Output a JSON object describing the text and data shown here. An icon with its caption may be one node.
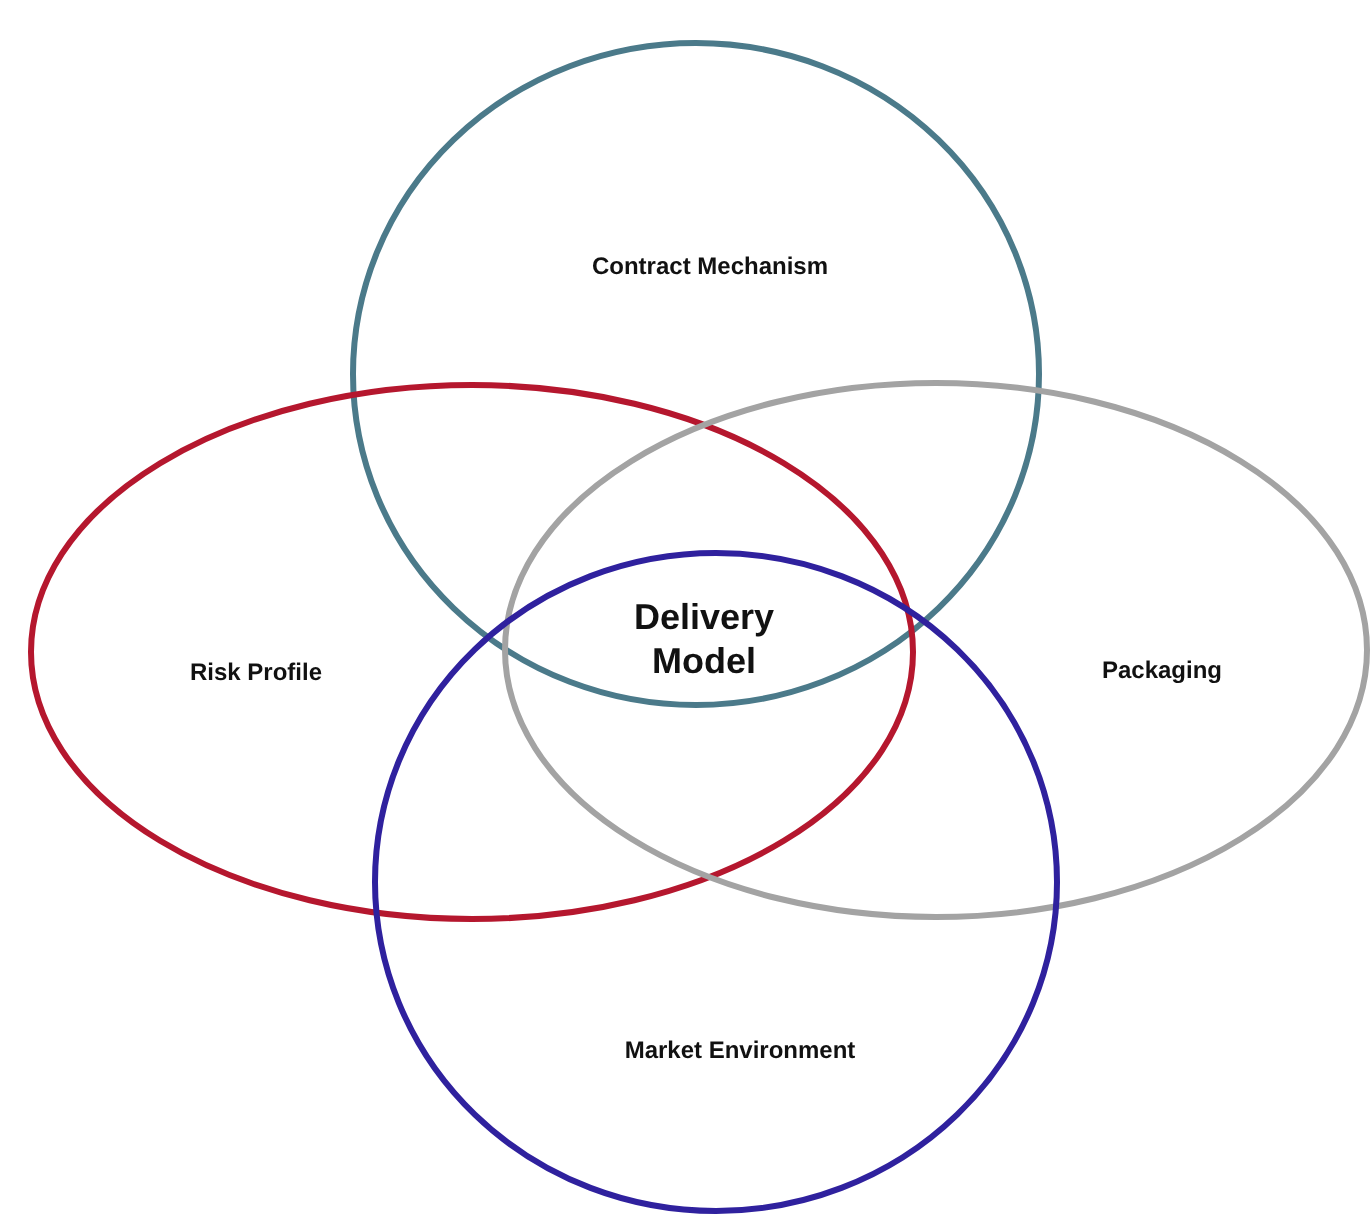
{
  "diagram": {
    "nodes": [
      {
        "text": [
          "Contract Mechanism"
        ]
      },
      {
        "text": [
          "Risk Profile"
        ]
      },
      {
        "text": [
          "Packaging"
        ]
      },
      {
        "text": [
          "Market Environment"
        ]
      }
    ],
    "labels": [
      "Delivery Model"
    ]
  }
}
